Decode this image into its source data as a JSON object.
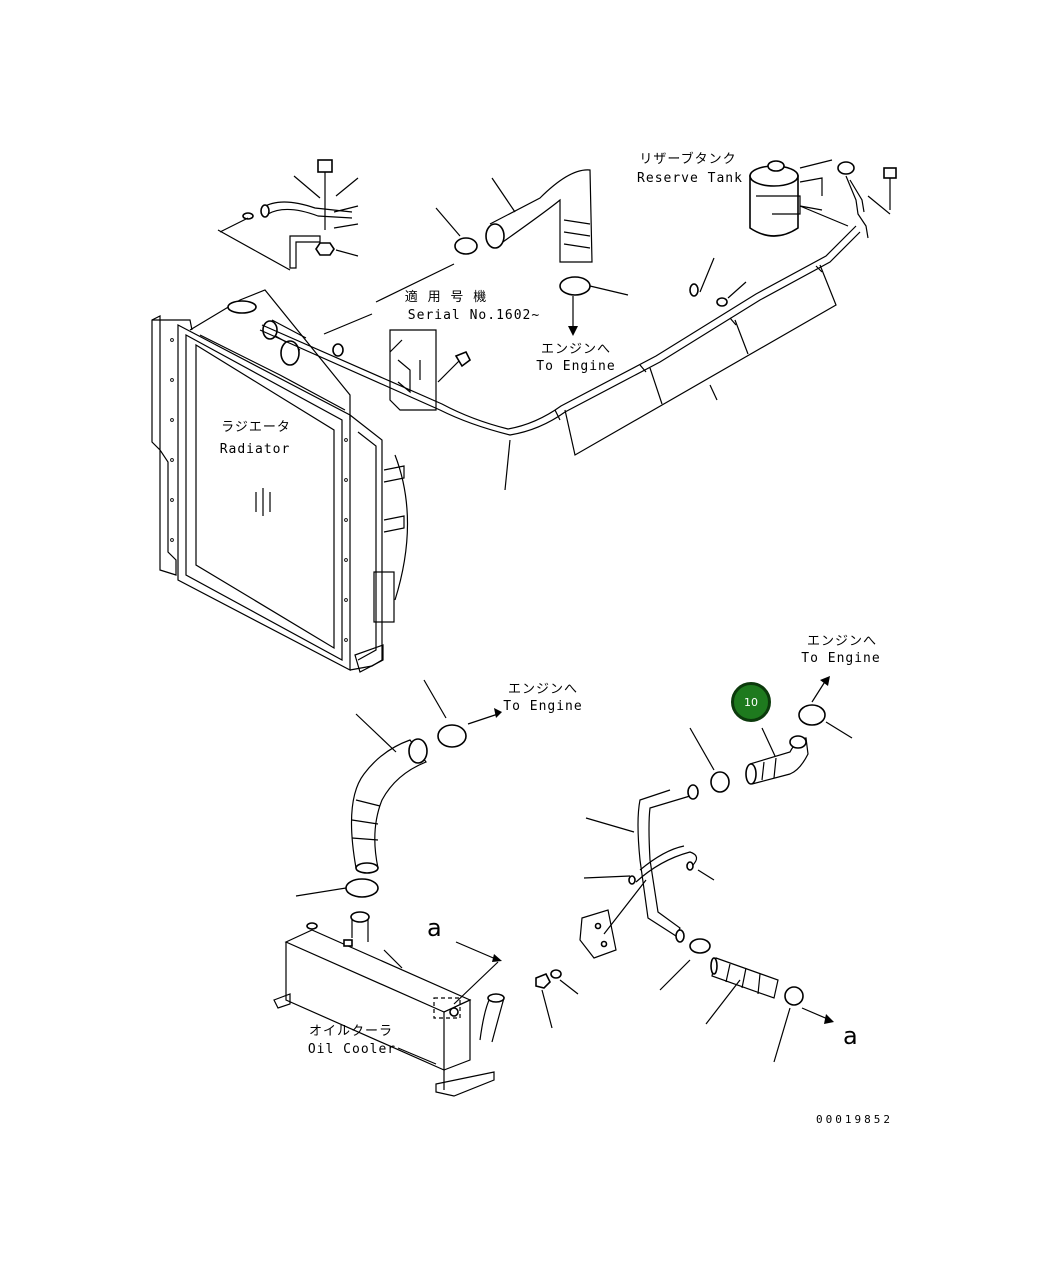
{
  "labels": {
    "reserve_tank_jp": "リザーブタンク",
    "reserve_tank_en": "Reserve Tank",
    "serial_jp": "適 用 号 機",
    "serial_en": "Serial No.1602~",
    "engine_top_jp": "エンジンへ",
    "engine_top_en": "To Engine",
    "radiator_jp": "ラジエータ",
    "radiator_en": "Radiator",
    "engine_right_jp": "エンジンへ",
    "engine_right_en": "To Engine",
    "engine_mid_jp": "エンジンへ",
    "engine_mid_en": "To Engine",
    "oil_cooler_jp": "オイルクーラ",
    "oil_cooler_en": "Oil Cooler",
    "view_a_left": "a",
    "view_a_right": "a",
    "drawing_number": "00019852"
  },
  "callout": {
    "number": "10",
    "color": "#1e7a1e"
  }
}
